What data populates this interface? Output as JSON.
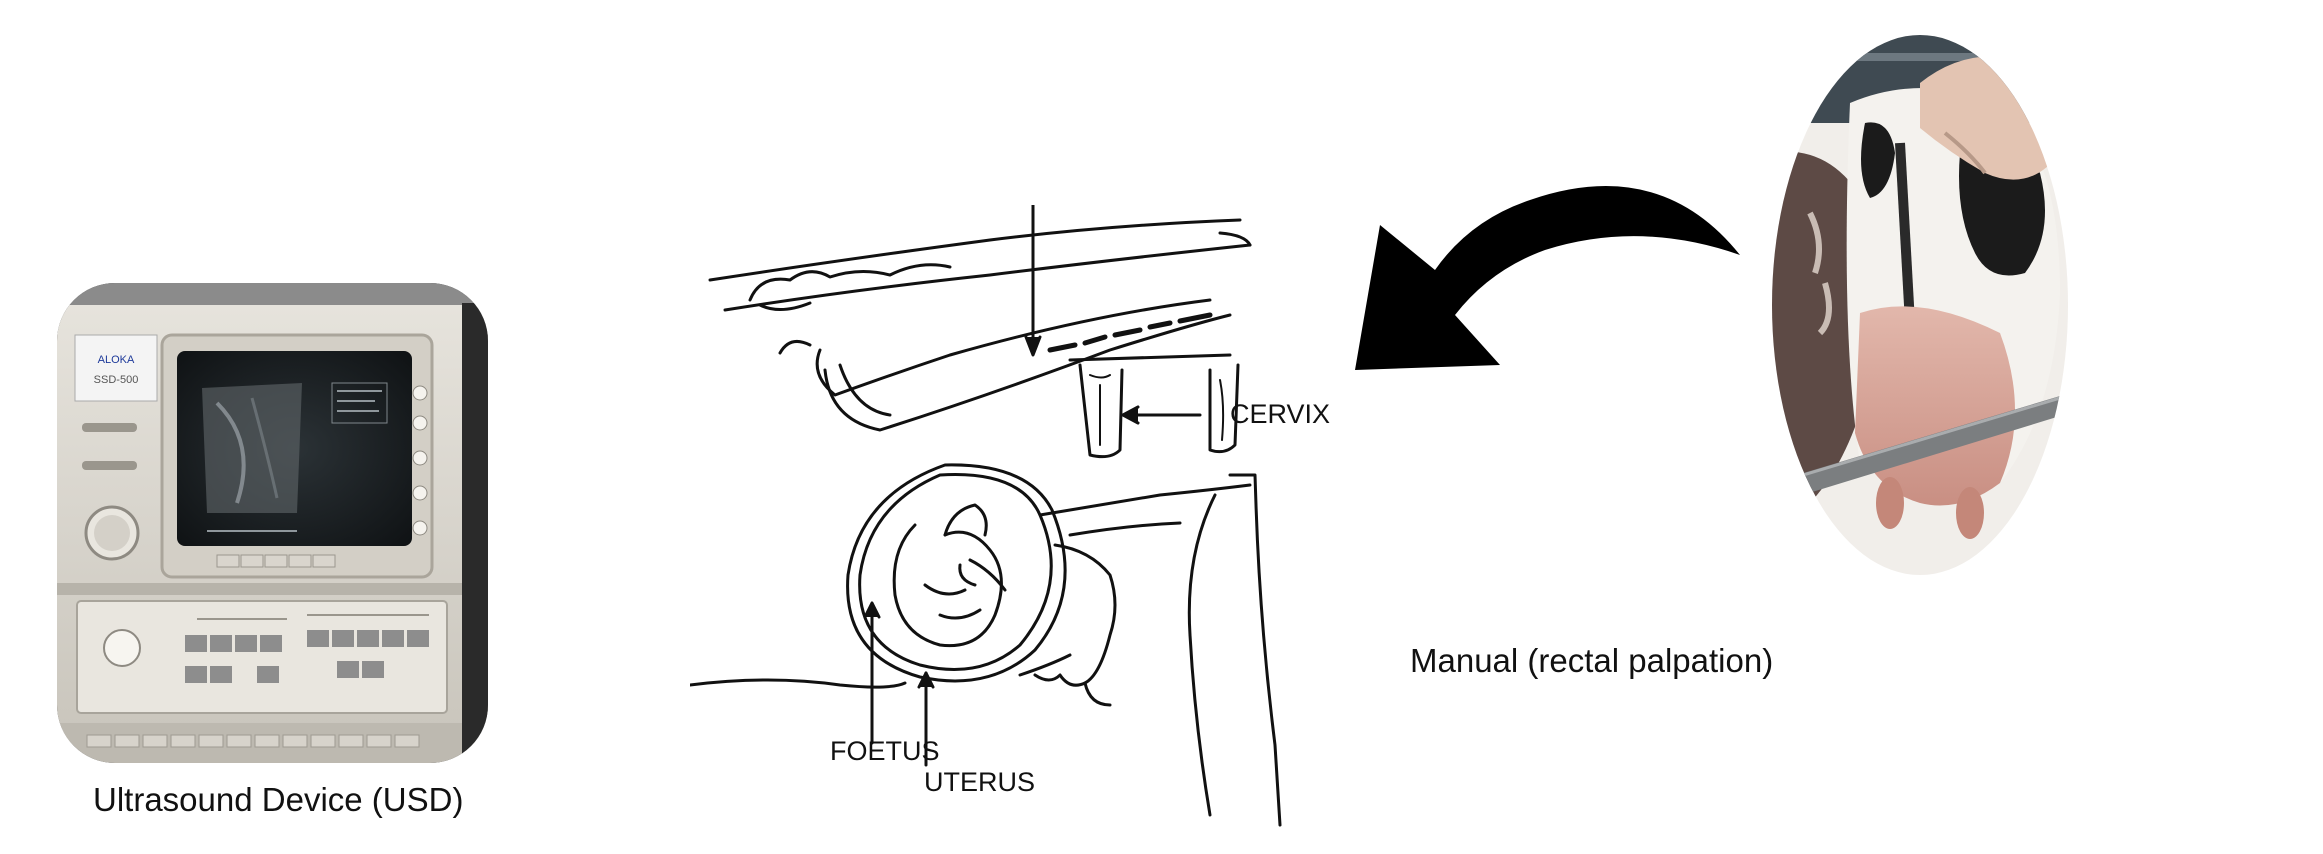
{
  "ultrasound": {
    "caption": "Ultrasound Device (USD)",
    "brand": "ALOKA",
    "model": "SSD-500"
  },
  "diagram": {
    "labels": {
      "cervix": "CERVIX",
      "foetus": "FOETUS",
      "uterus": "UTERUS"
    }
  },
  "manual": {
    "caption": "Manual (rectal palpation)"
  },
  "colors": {
    "arrow": "#000000",
    "device_body": "#d9d6cf",
    "screen": "#1a1f22",
    "cow_black": "#1b1b1b",
    "cow_pink": "#d7a79b"
  },
  "icons": {
    "arrow": "curved-arrow-left-icon"
  }
}
